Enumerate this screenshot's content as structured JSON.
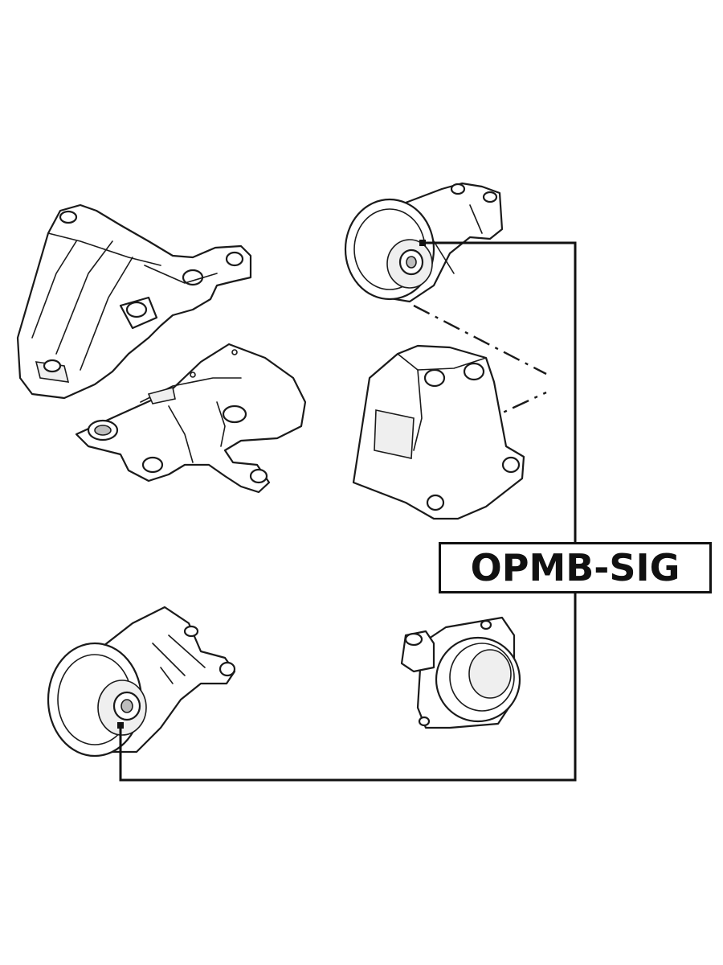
{
  "part_number": "OPMB-SIG",
  "colors": {
    "line": "#1a1a1a",
    "background": "#ffffff",
    "label_border": "#111111"
  },
  "parts": [
    {
      "name": "engine-mount-bracket-large"
    },
    {
      "name": "engine-mount-lower-bracket"
    },
    {
      "name": "engine-mount-rear-bushing"
    },
    {
      "name": "engine-mount-support-bracket"
    },
    {
      "name": "engine-mount-front-bushing"
    },
    {
      "name": "engine-mount-round-hydro"
    }
  ]
}
